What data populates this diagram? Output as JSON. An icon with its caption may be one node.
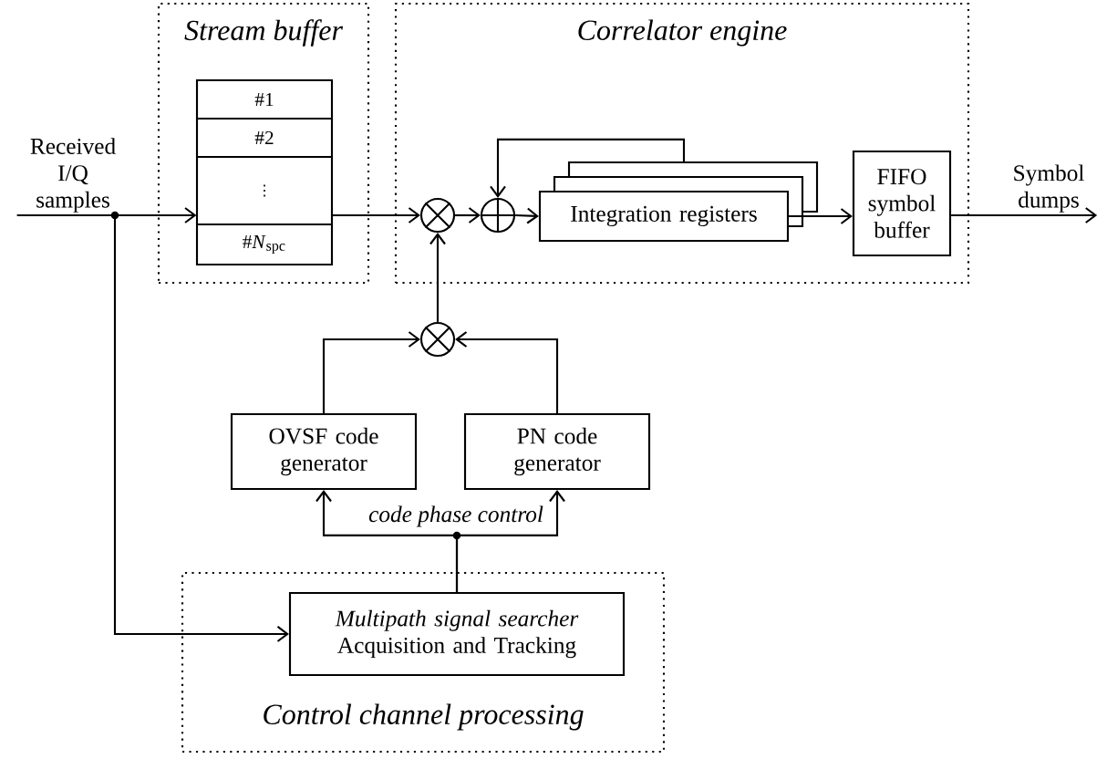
{
  "diagram": {
    "nodes": [
      {
        "text": [
          "Received I/Q samples"
        ]
      },
      {
        "text": [
          "Stream buffer"
        ]
      },
      {
        "text": [
          "#1",
          "#2",
          "⋮",
          "#*N*$_{spc}$"
        ],
        "in": 1
      },
      {
        "text": [
          "Correlator engine"
        ]
      },
      {
        "text": [],
        "shape": "circle",
        "in": 3
      },
      {
        "text": [],
        "shape": "circle",
        "in": 3
      },
      {
        "text": [
          "Integration registers"
        ],
        "in": 3
      },
      {
        "text": [
          "FIFO symbol buffer"
        ],
        "in": 3
      },
      {
        "text": [
          "Symbol dumps"
        ]
      },
      {
        "text": [],
        "shape": "circle"
      },
      {
        "text": [
          "OVSF code generator"
        ]
      },
      {
        "text": [
          "PN code generator"
        ]
      },
      {
        "text": [
          "Control channel processing"
        ]
      },
      {
        "text": [
          "Multipath signal searcher",
          "Acquisition and Tracking"
        ],
        "in": 12
      }
    ],
    "edges": [
      {
        "from": 0,
        "to": 2,
        "arrow": "to"
      },
      {
        "from": 0,
        "to": 13,
        "arrow": "to"
      },
      {
        "from": 2,
        "to": 4,
        "arrow": "to"
      },
      {
        "from": 4,
        "to": 5,
        "arrow": "to"
      },
      {
        "from": 5,
        "to": 6,
        "arrow": "to"
      },
      {
        "from": 6,
        "to": 5,
        "arrow": "to"
      },
      {
        "from": 6,
        "to": 7,
        "arrow": "to"
      },
      {
        "from": 7,
        "to": 8,
        "arrow": "to"
      },
      {
        "from": 9,
        "to": 4,
        "arrow": "to"
      },
      {
        "from": 10,
        "to": 9,
        "arrow": "to"
      },
      {
        "from": 11,
        "to": 9,
        "arrow": "to"
      },
      {
        "from": 13,
        "to": 10,
        "arrow": "to"
      },
      {
        "from": 13,
        "to": 11,
        "arrow": "to"
      }
    ],
    "labels": [
      "code phase control"
    ]
  }
}
